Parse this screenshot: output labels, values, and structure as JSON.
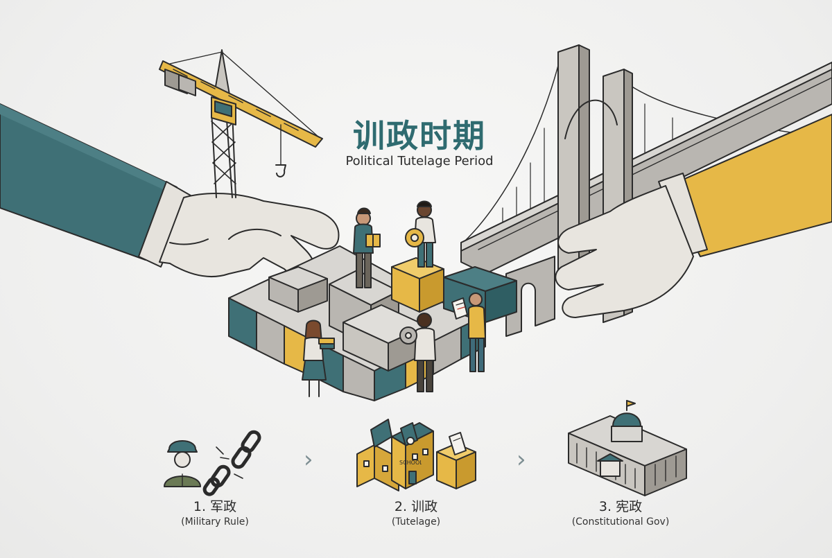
{
  "title": "训政时期",
  "subtitle": "Political Tutelage Period",
  "stages": [
    {
      "label": "1. 军政",
      "sublabel": "(Military Rule)",
      "icon": "soldier-broken-chain-icon"
    },
    {
      "label": "2. 训政",
      "sublabel": "(Tutelage)",
      "icon": "school-ballot-box-icon"
    },
    {
      "label": "3. 宪政",
      "sublabel": "(Constitutional Gov)",
      "icon": "capitol-building-icon"
    }
  ],
  "school_sign": "SCHOOL",
  "colors": {
    "teal": "#3f7076",
    "yellow": "#e6b847",
    "gray": "#b9b6b1",
    "skin": "#e8e5df",
    "outline": "#2b2b2b"
  }
}
